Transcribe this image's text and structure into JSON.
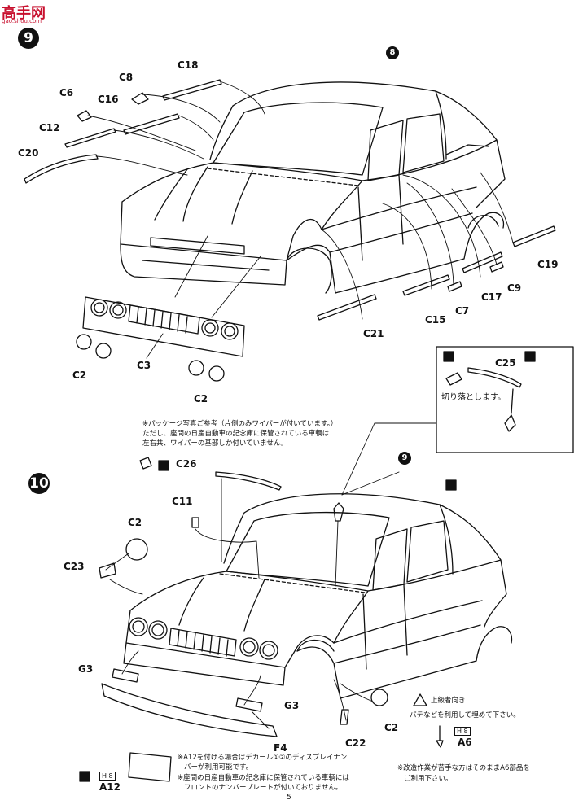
{
  "watermark": {
    "title": "高手网",
    "subtitle": "gao.shou.com"
  },
  "page_number": "5",
  "step9": {
    "number": "9",
    "body_part": "8",
    "labels": [
      "C18",
      "C8",
      "C6",
      "C16",
      "C12",
      "C20",
      "C19",
      "C9",
      "C17",
      "C7",
      "C15",
      "C21",
      "C2",
      "C3",
      "C2"
    ],
    "inset": {
      "part": "C25",
      "note": "切り落とします。"
    }
  },
  "step10": {
    "number": "10",
    "body_part": "9",
    "note_wiper": [
      "※パッケージ写真ご参考（片側のみワイパーが付いています。）",
      "ただし、座間の日産自動車の記念庫に保管されている車輌は",
      "左右共、ワイパーの基部しか付いていません。"
    ],
    "labels": [
      "C26",
      "C11",
      "C2",
      "C23",
      "G3",
      "G3",
      "F4",
      "C22",
      "C2",
      "A6",
      "A12"
    ],
    "warning": [
      "上級者向き",
      "パテなどを利用して埋めて下さい。"
    ],
    "box_a6": "H 8",
    "box_a12": "H 8",
    "note_a12": [
      "※A12を付ける場合はデカール①②のディスプレイナン",
      "バーが利用可能です。",
      "※座間の日産自動車の記念庫に保管されている車輌には",
      "フロントのナンバープレートが付いておりません。"
    ],
    "note_a6": [
      "※改造作業が苦手な方はそのままA6部品を",
      "ご利用下さい。"
    ]
  }
}
